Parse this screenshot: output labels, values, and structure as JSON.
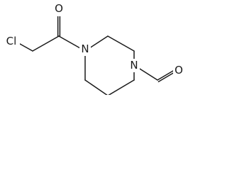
{
  "molecule": {
    "atoms": {
      "chlorine": "Cl",
      "acyl_oxygen": "O",
      "n_acyl": "N",
      "n_formyl": "N",
      "formyl_oxygen": "O"
    },
    "colors": {
      "ink": "#1a1a1a",
      "background": "#ffffff"
    }
  }
}
